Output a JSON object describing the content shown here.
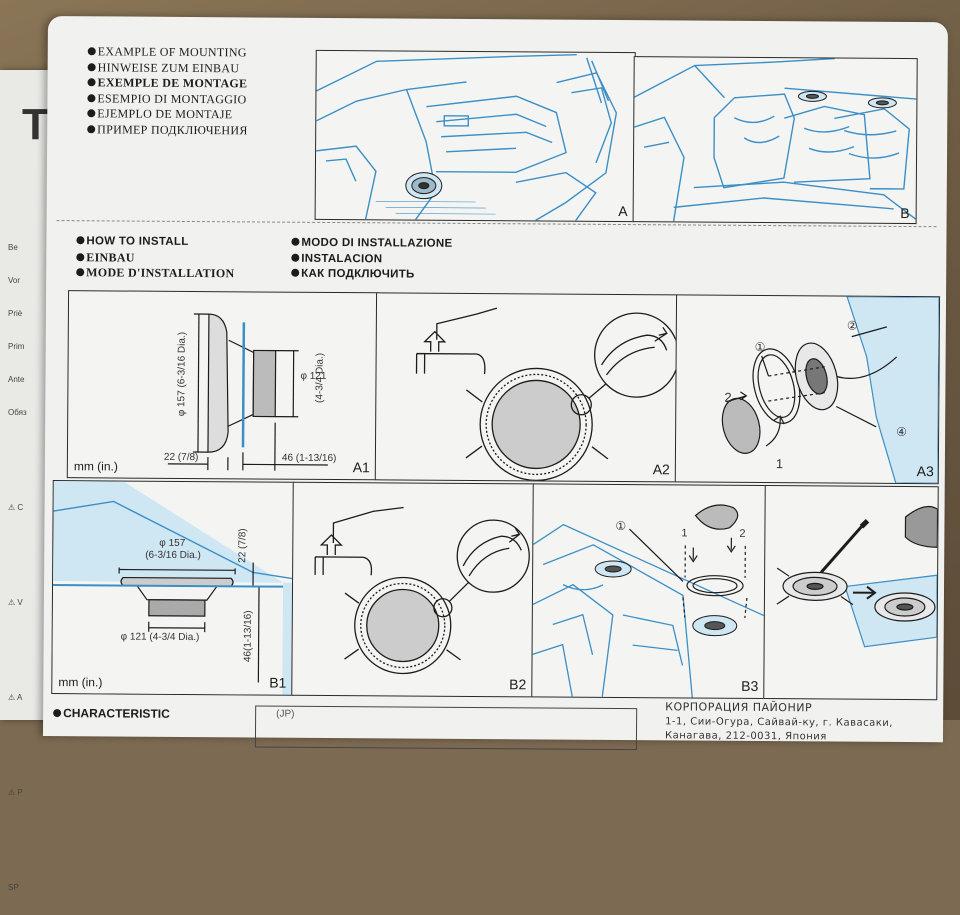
{
  "mounting_headings": [
    "EXAMPLE OF MOUNTING",
    "HINWEISE ZUM EINBAU",
    "EXEMPLE DE MONTAGE",
    "ESEMPIO DI MONTAGGIO",
    "EJEMPLO DE MONTAJE",
    "ПРИМЕР ПОДКЛЮЧЕНИЯ"
  ],
  "install_headings_left": [
    "HOW TO INSTALL",
    "EINBAU",
    "MODE D'INSTALLATION"
  ],
  "install_headings_right": [
    "MODO DI INSTALLAZIONE",
    "INSTALACION",
    "КАК ПОДКЛЮЧИТЬ"
  ],
  "panel_labels": {
    "a": "A",
    "b": "B",
    "a1": "A1",
    "a2": "A2",
    "a3": "A3",
    "b1": "B1",
    "b2": "B2",
    "b3": "B3"
  },
  "units": "mm (in.)",
  "dims_a1": {
    "d157": "φ 157 (6-3/16 Dia.)",
    "d121": "φ 121",
    "d121_in": "(4-3/4 Dia.)",
    "w22": "22 (7/8)",
    "w46": "46 (1-13/16)"
  },
  "dims_b1": {
    "d157": "φ 157",
    "d157_in": "(6-3/16 Dia.)",
    "h22": "22 (7/8)",
    "d121": "φ 121 (4-3/4 Dia.)",
    "h46": "46(1-13/16)"
  },
  "callouts": {
    "one": "①",
    "two": "②",
    "four": "④",
    "n1": "1",
    "n2": "2"
  },
  "characteristic": "CHARACTERISTIC",
  "footer_box": "(JP)",
  "company": [
    "КОРПОРАЦИЯ ПАЙОНИР",
    "1-1, Сии-Огура, Сайвай-ку, г. Кавасаки,",
    "Канагава, 212-0031, Япония"
  ],
  "back_sheet": {
    "title": "T",
    "lines": [
      "Be",
      "Vor",
      "Priè",
      "Prim",
      "Ante",
      "Обяз",
      "⚠ C",
      "⚠ V",
      "⚠ A",
      "⚠ P",
      "SP"
    ]
  },
  "colors": {
    "line_blue": "#3b8fc6",
    "fill_blue": "#cfe6f3",
    "ink": "#1c1c1c"
  }
}
